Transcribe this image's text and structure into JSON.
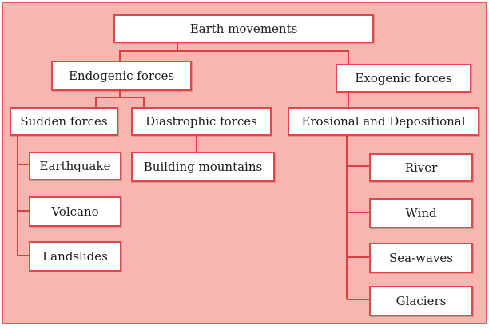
{
  "title": "Earth movements",
  "branches": {
    "endogenic": {
      "label": "Endogenic forces",
      "sudden": {
        "label": "Sudden forces",
        "items": [
          "Earthquake",
          "Volcano",
          "Landslides"
        ]
      },
      "diastrophic": {
        "label": "Diastrophic forces",
        "items": [
          "Building mountains"
        ]
      }
    },
    "exogenic": {
      "label": "Exogenic forces",
      "erosional": {
        "label": "Erosional and Depositional",
        "items": [
          "River",
          "Wind",
          "Sea-waves",
          "Glaciers"
        ]
      }
    }
  },
  "colors": {
    "background": "#f9b6b1",
    "box_border": "#e3454a",
    "connector": "#d94044",
    "box_fill": "#ffffff"
  }
}
